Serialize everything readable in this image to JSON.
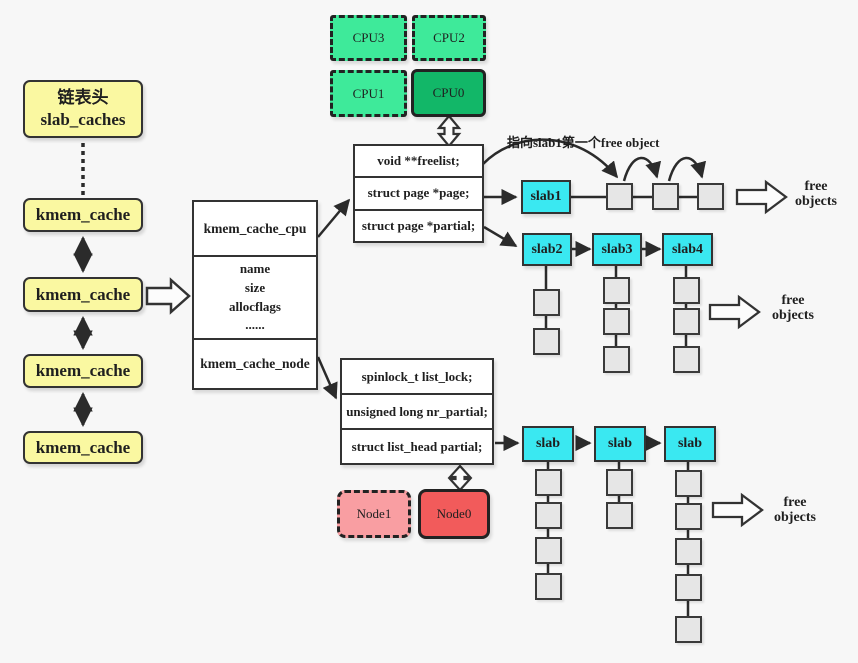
{
  "left_chain": {
    "head_line1": "链表头",
    "head_line2": "slab_caches",
    "nodes": [
      "kmem_cache",
      "kmem_cache",
      "kmem_cache",
      "kmem_cache"
    ]
  },
  "cpu_grid": {
    "cpu3": "CPU3",
    "cpu2": "CPU2",
    "cpu1": "CPU1",
    "cpu0": "CPU0"
  },
  "center_box": {
    "top": "kmem_cache_cpu",
    "fields": [
      "name",
      "size",
      "allocflags",
      "......"
    ],
    "bottom": "kmem_cache_node"
  },
  "cpu_struct": {
    "rows": [
      "void **freelist;",
      "struct page *page;",
      "struct page *partial;"
    ]
  },
  "node_struct": {
    "rows": [
      "spinlock_t list_lock;",
      "unsigned long nr_partial;",
      "struct list_head partial;"
    ]
  },
  "numa_nodes": {
    "node1": "Node1",
    "node0": "Node0"
  },
  "slabs": {
    "row1": [
      "slab1"
    ],
    "row2": [
      "slab2",
      "slab3",
      "slab4"
    ],
    "row3": [
      "slab",
      "slab",
      "slab"
    ]
  },
  "annotations": {
    "pointer": "指向slab1第一个free object",
    "free_line1": "free",
    "free_line2": "objects"
  },
  "colors": {
    "yellow": "#faf8a1",
    "cyan": "#3ae8f1",
    "green_light": "#3eea9a",
    "green_dark": "#12b768",
    "pink": "#f99ea2",
    "red": "#f25b5b",
    "gray_square": "#e6e6e6",
    "line": "#2b2b2b",
    "background": "#f7f7f7"
  }
}
